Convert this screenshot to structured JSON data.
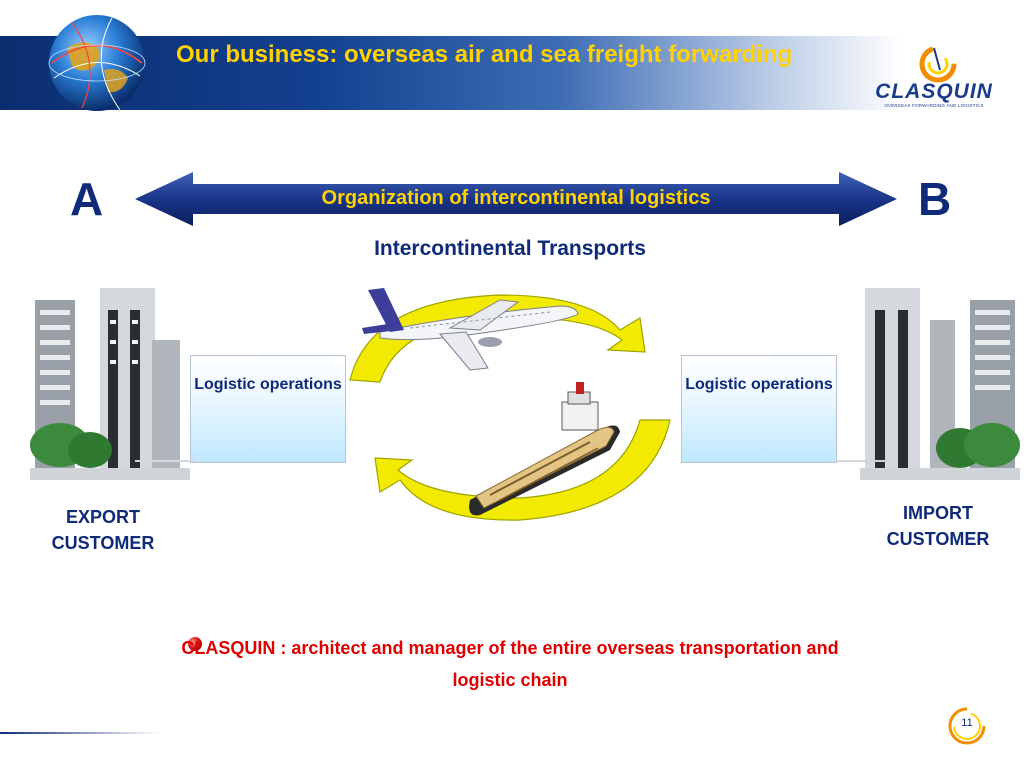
{
  "header": {
    "title": "Our business: overseas air and sea freight forwarding"
  },
  "logo": {
    "name": "CLASQUIN",
    "tagline": "OVERSEAS FORWARDING AND LOGISTICS"
  },
  "diagram": {
    "point_a": "A",
    "point_b": "B",
    "arrow_label": "Organization of intercontinental logistics",
    "transports_title": "Intercontinental Transports",
    "left_box": "Logistic operations",
    "right_box": "Logistic operations",
    "export_customer": "EXPORT CUSTOMER",
    "import_customer": "IMPORT CUSTOMER"
  },
  "footer": {
    "statement": "CLASQUIN : architect and manager of the entire overseas transportation and logistic chain",
    "page_number": "11"
  },
  "colors": {
    "title_yellow": "#ffd200",
    "navy": "#0f2a78",
    "cycle_yellow": "#f2ea00",
    "statement_red": "#e00000"
  },
  "icons": [
    "globe-icon",
    "airplane-icon",
    "ship-icon",
    "office-buildings-icon",
    "bullet-icon"
  ]
}
